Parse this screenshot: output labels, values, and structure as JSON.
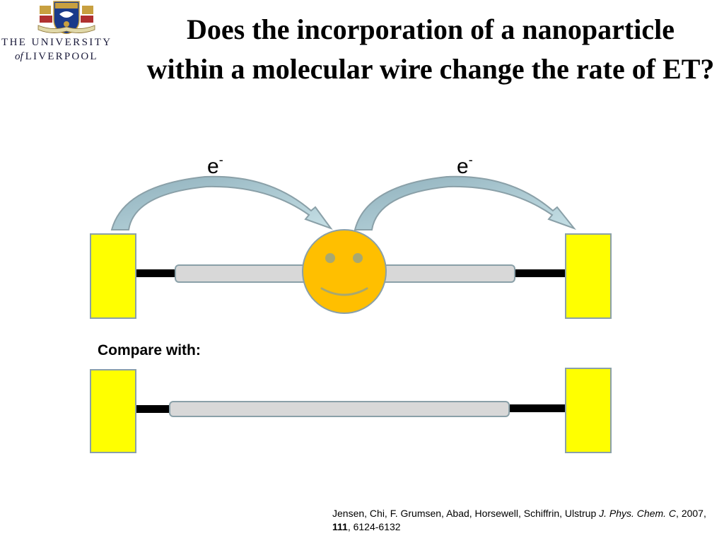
{
  "logo": {
    "line1": "THE UNIVERSITY",
    "line2_of": "of",
    "line2_name": "LIVERPOOL",
    "crest_icon": "university-crest-icon"
  },
  "title": "Does the incorporation of a nanoparticle within a molecular wire change the rate of ET?",
  "diagram": {
    "electron_label_1": "e",
    "electron_label_2": "e",
    "electron_sup": "-",
    "colors": {
      "electrode": "#ffff00",
      "nanoparticle": "#ffbf00",
      "wire": "#d8d8d8",
      "arrow": "#a8c4cc"
    }
  },
  "compare_label": "Compare with:",
  "reference": {
    "authors": "Jensen, Chi, F. Grumsen, Abad, Horsewell, Schiffrin, Ulstrup ",
    "journal": "J. Phys. Chem. C",
    "year": ", 2007, ",
    "volume": "111",
    "pages": ", 6124-6132"
  }
}
